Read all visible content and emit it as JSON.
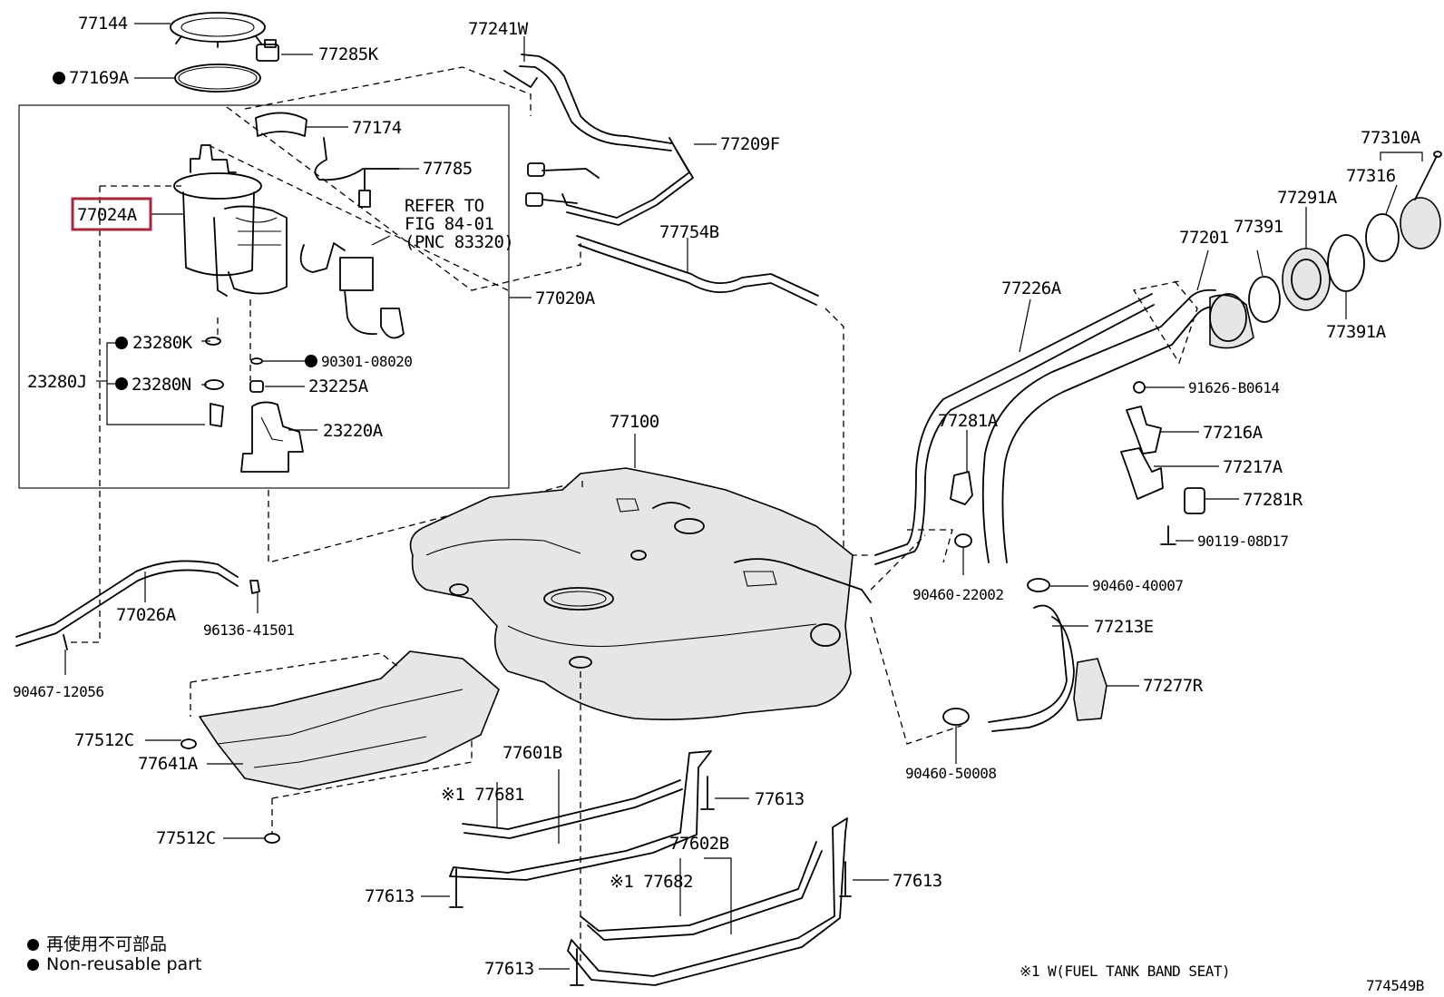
{
  "highlight_color": "#a3283a",
  "labels": {
    "p77144": "77144",
    "p77285K": "77285K",
    "p77169A": "77169A",
    "p77241W": "77241W",
    "p77209F": "77209F",
    "p77174": "77174",
    "p77785": "77785",
    "p77024A": "77024A",
    "refer1": "REFER TO",
    "refer2": "FIG 84-01",
    "refer3": "(PNC 83320)",
    "p77020A": "77020A",
    "p77754B": "77754B",
    "p23280K": "23280K",
    "p90301": "90301-08020",
    "p23280J": "23280J",
    "p23280N": "23280N",
    "p23225A": "23225A",
    "p23220A": "23220A",
    "p77100": "77100",
    "p77026A": "77026A",
    "p96136": "96136-41501",
    "p90467": "90467-12056",
    "p77512C_1": "77512C",
    "p77641A": "77641A",
    "p77512C_2": "77512C",
    "p77601B": "77601B",
    "p77681": "※1 77681",
    "p77613_1": "77613",
    "p77602B": "77602B",
    "p77682": "※1 77682",
    "p77613_2": "77613",
    "p77613_3": "77613",
    "p77613_4": "77613",
    "p77310A": "77310A",
    "p77316": "77316",
    "p77291A": "77291A",
    "p77201": "77201",
    "p77391": "77391",
    "p77226A": "77226A",
    "p77391A": "77391A",
    "p91626": "91626-B0614",
    "p77216A": "77216A",
    "p77281A": "77281A",
    "p77217A": "77217A",
    "p77281R": "77281R",
    "p90119": "90119-08D17",
    "p90460_22002": "90460-22002",
    "p90460_40007": "90460-40007",
    "p77213E": "77213E",
    "p77277R": "77277R",
    "p90460_50008": "90460-50008",
    "footnote": "※1  W(FUEL TANK BAND SEAT)",
    "diagram_id": "774549B"
  },
  "legend": {
    "line1": "再使用不可部品",
    "line2": "Non-reusable part"
  }
}
